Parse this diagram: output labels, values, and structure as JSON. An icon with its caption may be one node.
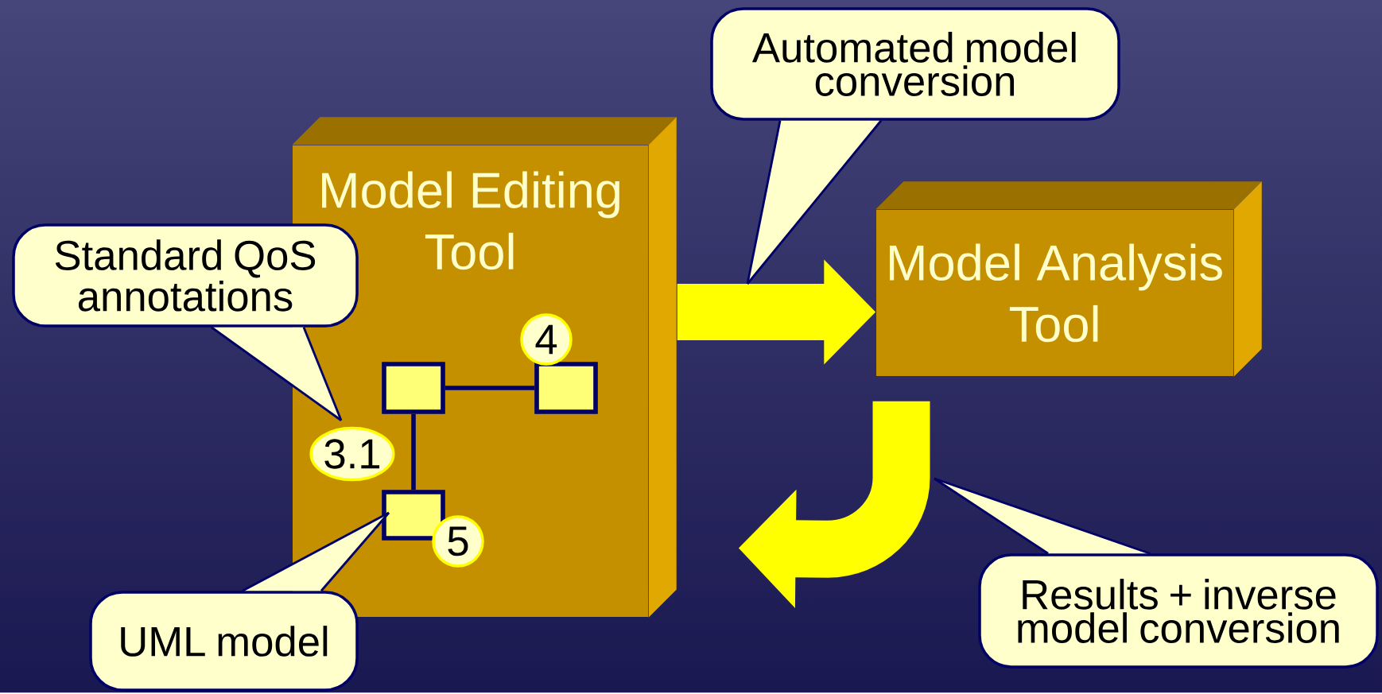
{
  "diagram": {
    "nodes": [
      {
        "text": [
          "Model Editing Tool"
        ]
      },
      {
        "text": [],
        "shape": "box",
        "in": 0
      },
      {
        "text": [],
        "shape": "box",
        "in": 0
      },
      {
        "text": [],
        "shape": "box",
        "in": 0
      },
      {
        "text": [
          "4"
        ],
        "in": 0
      },
      {
        "text": [
          "3.1"
        ],
        "in": 0
      },
      {
        "text": [
          "5"
        ],
        "in": 0
      },
      {
        "text": [
          "Model Analysis Tool"
        ]
      },
      {
        "text": [
          "Automated model conversion"
        ]
      },
      {
        "text": [
          "Standard QoS annotations"
        ]
      },
      {
        "text": [
          "UML model"
        ]
      },
      {
        "text": [
          "Results + inverse model conversion"
        ]
      }
    ],
    "edges": [
      {
        "from": 0,
        "to": 7,
        "arrow": "to",
        "style": "thick",
        "color": "#ffff00"
      },
      {
        "from": 7,
        "to": 0,
        "arrow": "to",
        "style": "thick",
        "color": "#ffff00"
      },
      {
        "from": 1,
        "to": 2,
        "arrow": "none",
        "style": "thick",
        "color": "#000066"
      },
      {
        "from": 1,
        "to": 3,
        "arrow": "none",
        "style": "thick",
        "color": "#000066"
      },
      {
        "from": 9,
        "to": 5,
        "arrow": "none"
      },
      {
        "from": 10,
        "to": 3,
        "arrow": "none"
      },
      {
        "from": 8,
        "to": null,
        "arrow": "none"
      },
      {
        "from": 11,
        "to": null,
        "arrow": "none"
      }
    ]
  }
}
